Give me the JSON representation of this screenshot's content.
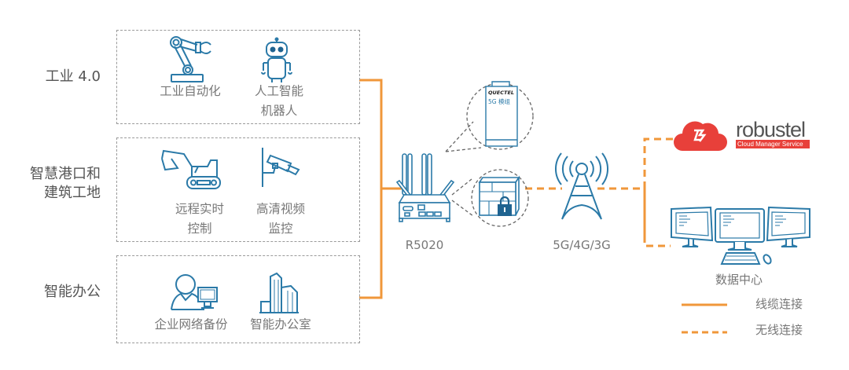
{
  "colors": {
    "wired": "#f0973a",
    "wireless": "#f0973a",
    "icon_stroke": "#2b7aa8",
    "icon_dark": "#1f6390",
    "cloud_red": "#e8403a",
    "box_border": "#9a9a9a",
    "text": "#6b6b6b"
  },
  "categories": [
    {
      "label_lines": [
        "工业 4.0"
      ],
      "items": [
        {
          "icon": "robotic-arm-icon",
          "label_lines": [
            "工业自动化"
          ]
        },
        {
          "icon": "robot-icon",
          "label_lines": [
            "人工智能",
            "机器人"
          ]
        }
      ]
    },
    {
      "label_lines": [
        "智慧港口和",
        "建筑工地"
      ],
      "items": [
        {
          "icon": "excavator-icon",
          "label_lines": [
            "远程实时",
            "控制"
          ]
        },
        {
          "icon": "security-camera-icon",
          "label_lines": [
            "高清视频",
            "监控"
          ]
        }
      ]
    },
    {
      "label_lines": [
        "智能办公"
      ],
      "items": [
        {
          "icon": "user-computer-icon",
          "label_lines": [
            "企业网络备份"
          ]
        },
        {
          "icon": "office-building-icon",
          "label_lines": [
            "智能办公室"
          ]
        }
      ]
    }
  ],
  "router": {
    "label": "R5020",
    "icon": "router-icon"
  },
  "module_callout": {
    "brand": "QUECTEL",
    "text": "5G 模组",
    "icon": "5g-module-icon"
  },
  "firewall_callout": {
    "icon": "firewall-lock-icon"
  },
  "tower": {
    "label": "5G/4G/3G",
    "icon": "cell-tower-icon"
  },
  "cloud": {
    "brand": "robustel",
    "subtitle": "Cloud Manager Service",
    "icon": "cloud-icon"
  },
  "data_center": {
    "label": "数据中心",
    "icon": "monitors-icon"
  },
  "legend": [
    {
      "style": "solid",
      "label": "线缆连接"
    },
    {
      "style": "dashed",
      "label": "无线连接"
    }
  ]
}
